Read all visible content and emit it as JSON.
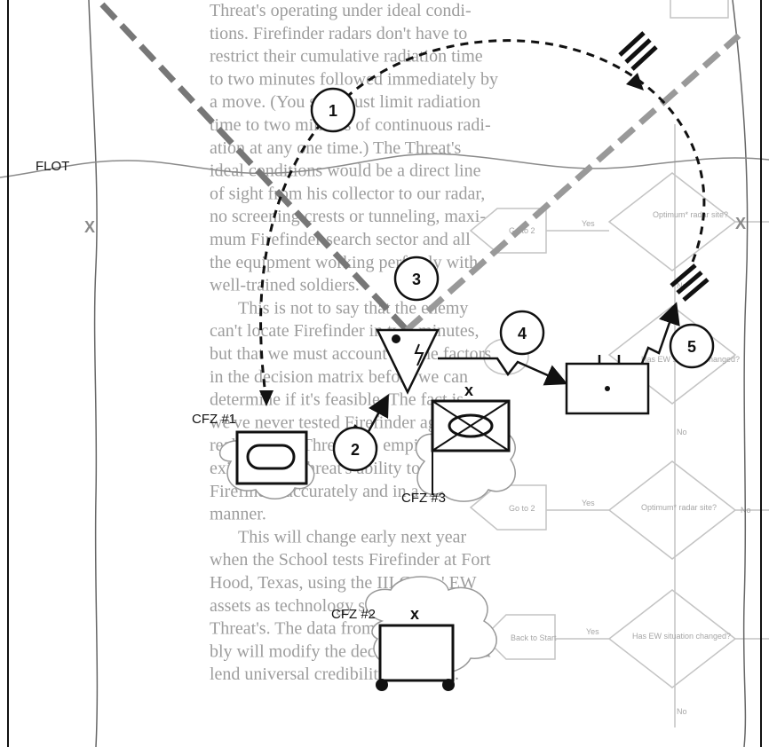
{
  "background_text": {
    "lines": [
      "Threat's operating under ideal condi-",
      "tions. Firefinder radars don't have to",
      "restrict their cumulative radiation time",
      "to two minutes followed immediately by",
      "a move. (You still must limit radiation",
      "time to two minutes of continuous radi-",
      "ation at any one time.) The Threat's",
      "ideal conditions would be a direct line",
      "of sight from his collector to our radar,",
      "no screening crests or tunneling, maxi-",
      "mum Firefinder search sector and all",
      "the equipment working perfectly with",
      "well-trained soldiers.",
      "This is not to say that the enemy",
      "can't locate Firefinder in two minutes,",
      "but that we must account for the factors",
      "in the decision matrix before we can",
      "determine if it's feasible. The fact is,",
      "we've never tested Firefinder against a",
      "realistic EW Threat. No empirical data",
      "exist on the Threat's ability to locate",
      "Firefinder accurately and in a timely",
      "manner.",
      "This will change early next year",
      "when the School tests Firefinder at Fort",
      "Hood, Texas, using the III Corps' EW",
      "assets as technology surrogates for the",
      "Threat's. The data from the test proba-",
      "bly will modify the decision matrix and",
      "lend universal credibility to its use."
    ]
  },
  "background_flowchart": {
    "decisions": [
      "Optimum* radar site?",
      "Has EW situation changed?",
      "Optimum* radar site?",
      "Has EW situation changed?"
    ],
    "actions": [
      "Go to 2",
      "Go to 2",
      "Back to Start"
    ],
    "yes_label": "Yes",
    "no_label": "No"
  },
  "diagram": {
    "flot_label": "FLOT",
    "markers": [
      "1",
      "2",
      "3",
      "4",
      "5"
    ],
    "cfz_labels": [
      "CFZ #1",
      "CFZ #2",
      "CFZ #3"
    ],
    "x_mark": "x",
    "boundary_x": "X"
  }
}
